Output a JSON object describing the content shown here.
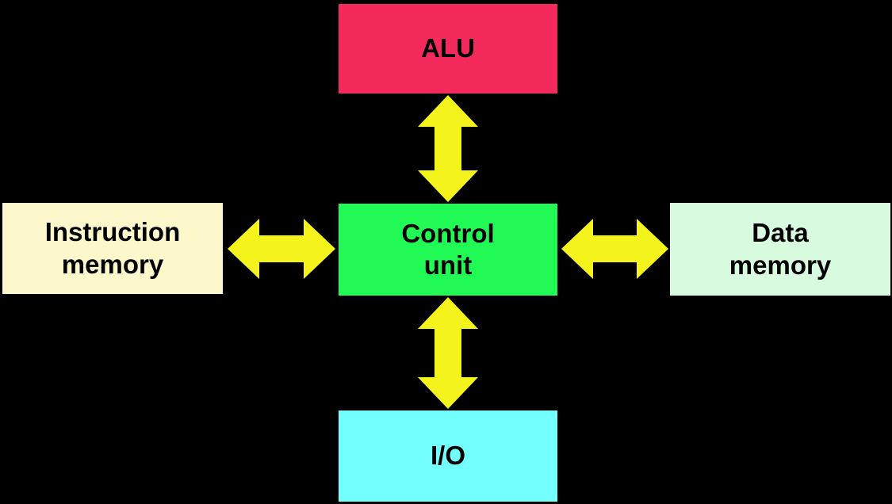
{
  "diagram": {
    "background_color": "#000000",
    "arrow_color": "#F4F41C",
    "nodes": {
      "alu": {
        "label": "ALU",
        "color": "#F32A5B"
      },
      "control_unit": {
        "label": "Control\nunit",
        "color": "#21FA55"
      },
      "instruction_memory": {
        "label": "Instruction\nmemory",
        "color": "#FCF8CC"
      },
      "data_memory": {
        "label": "Data\nmemory",
        "color": "#D8FADF"
      },
      "io": {
        "label": "I/O",
        "color": "#73FFFF"
      }
    },
    "connections": [
      {
        "from": "control_unit",
        "to": "alu",
        "type": "bidirectional"
      },
      {
        "from": "control_unit",
        "to": "instruction_memory",
        "type": "bidirectional"
      },
      {
        "from": "control_unit",
        "to": "data_memory",
        "type": "bidirectional"
      },
      {
        "from": "control_unit",
        "to": "io",
        "type": "bidirectional"
      }
    ]
  }
}
